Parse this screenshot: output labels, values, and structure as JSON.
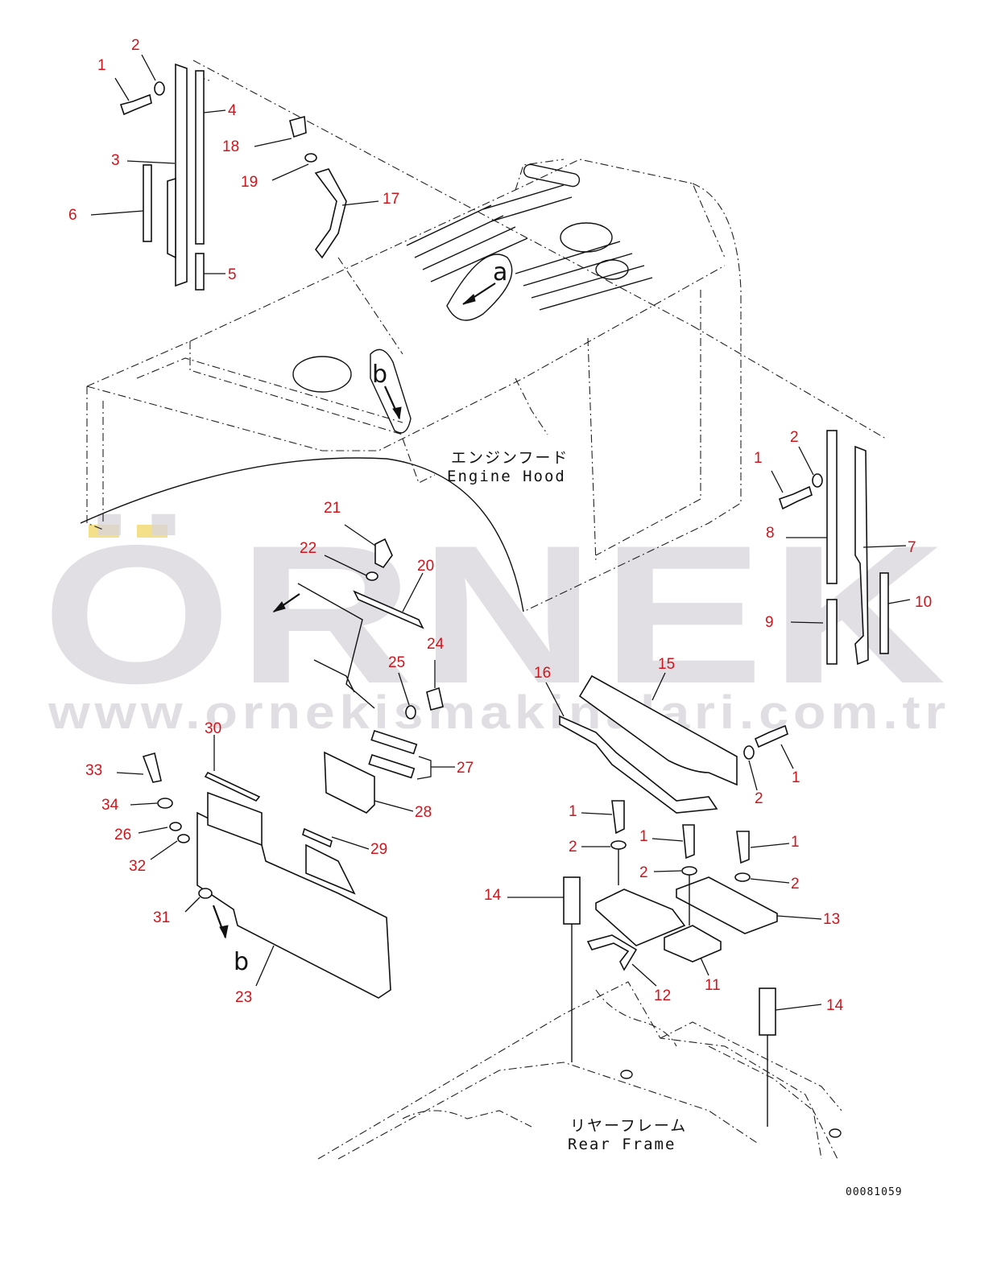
{
  "callouts": [
    {
      "n": "1"
    },
    {
      "n": "2"
    },
    {
      "n": "3"
    },
    {
      "n": "4"
    },
    {
      "n": "5"
    },
    {
      "n": "6"
    },
    {
      "n": "18"
    },
    {
      "n": "19"
    },
    {
      "n": "17"
    },
    {
      "n": "1"
    },
    {
      "n": "2"
    },
    {
      "n": "8"
    },
    {
      "n": "7"
    },
    {
      "n": "9"
    },
    {
      "n": "10"
    },
    {
      "n": "21"
    },
    {
      "n": "22"
    },
    {
      "n": "20"
    },
    {
      "n": "24"
    },
    {
      "n": "25"
    },
    {
      "n": "16"
    },
    {
      "n": "15"
    },
    {
      "n": "1"
    },
    {
      "n": "2"
    },
    {
      "n": "30"
    },
    {
      "n": "27"
    },
    {
      "n": "33"
    },
    {
      "n": "34"
    },
    {
      "n": "28"
    },
    {
      "n": "26"
    },
    {
      "n": "29"
    },
    {
      "n": "32"
    },
    {
      "n": "31"
    },
    {
      "n": "23"
    },
    {
      "n": "1"
    },
    {
      "n": "1"
    },
    {
      "n": "1"
    },
    {
      "n": "2"
    },
    {
      "n": "2"
    },
    {
      "n": "2"
    },
    {
      "n": "14"
    },
    {
      "n": "13"
    },
    {
      "n": "11"
    },
    {
      "n": "12"
    },
    {
      "n": "14"
    }
  ],
  "labels": {
    "engine_hood_jp": "エンジンフード",
    "engine_hood_en": "Engine Hood",
    "rear_frame_jp": "リヤーフレーム",
    "rear_frame_en": "Rear Frame",
    "view_a": "a",
    "view_b": "b",
    "view_b2": "b",
    "drawing_code": "00081059"
  },
  "watermark": {
    "brand": "ÖRNEK",
    "url": "www.ornekismakinalari.com.tr"
  },
  "colors": {
    "callout": "#d0141c",
    "line": "#111111",
    "watermark": "#d9d7dc",
    "watermark_accent": "#f5e08a"
  }
}
